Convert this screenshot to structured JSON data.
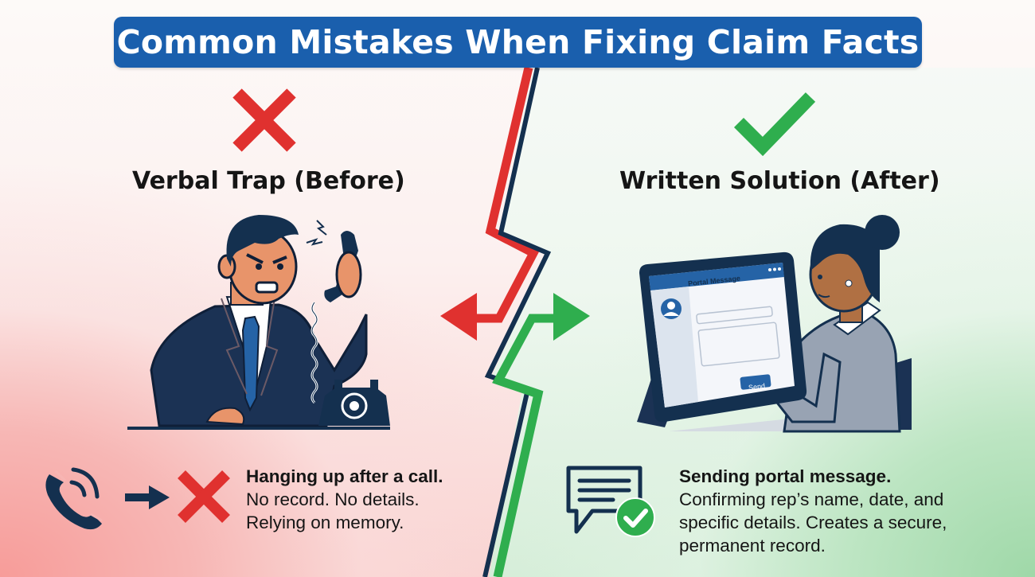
{
  "title": "Common Mistakes When Fixing Claim Facts",
  "colors": {
    "title_bg": "#1a5fad",
    "bad_red": "#e0312f",
    "good_green": "#2fae4e",
    "navy": "#14304f",
    "left_bg": "#f79c99",
    "right_bg": "#9fd8a8"
  },
  "left_panel": {
    "status_icon": "x-mark-icon",
    "heading": "Verbal Trap (Before)",
    "illustration": "angry-man-on-phone",
    "caption": {
      "icons": [
        "phone-call-icon",
        "arrow-right-icon",
        "x-mark-icon"
      ],
      "title": "Hanging up after a call.",
      "lines": [
        "No record. No details.",
        "Relying on memory."
      ]
    }
  },
  "right_panel": {
    "status_icon": "check-mark-icon",
    "heading": "Written Solution (After)",
    "illustration": {
      "name": "woman-using-tablet",
      "screen_title": "Portal Message",
      "send_button": "Send"
    },
    "caption": {
      "icons": [
        "chat-message-icon",
        "check-circle-icon"
      ],
      "title": "Sending portal message.",
      "lines": [
        "Confirming rep’s name, date, and",
        "specific details. Creates a secure,",
        "permanent record."
      ]
    }
  },
  "divider": {
    "left_arrow": "arrow-left-red",
    "right_arrow": "arrow-right-green"
  }
}
